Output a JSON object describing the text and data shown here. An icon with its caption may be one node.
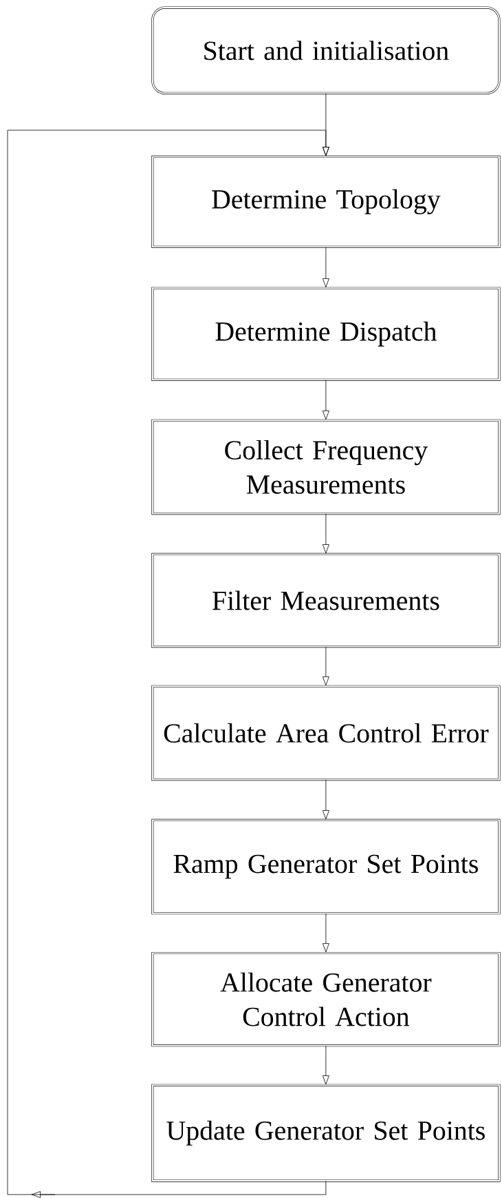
{
  "diagram": {
    "nodes": [
      {
        "text": [
          "Start and initialisation"
        ]
      },
      {
        "text": [
          "Determine Topology"
        ]
      },
      {
        "text": [
          "Determine Dispatch"
        ]
      },
      {
        "text": [
          "Collect  Frequency Measurements"
        ]
      },
      {
        "text": [
          "Filter Measurements"
        ]
      },
      {
        "text": [
          "Calculate Area Control Error"
        ]
      },
      {
        "text": [
          "Ramp Generator Set Points"
        ]
      },
      {
        "text": [
          "Allocate Generator Control Action"
        ]
      },
      {
        "text": [
          "Update Generator Set Points"
        ]
      }
    ],
    "edges": [
      {
        "from": 0,
        "to": 1,
        "arrow": "to"
      },
      {
        "from": 1,
        "to": 2,
        "arrow": "to"
      },
      {
        "from": 2,
        "to": 3,
        "arrow": "to"
      },
      {
        "from": 3,
        "to": 4,
        "arrow": "to"
      },
      {
        "from": 4,
        "to": 5,
        "arrow": "to"
      },
      {
        "from": 5,
        "to": 6,
        "arrow": "to"
      },
      {
        "from": 6,
        "to": 7,
        "arrow": "to"
      },
      {
        "from": 7,
        "to": 8,
        "arrow": "to"
      },
      {
        "from": 8,
        "to": 1,
        "arrow": "to"
      }
    ]
  }
}
